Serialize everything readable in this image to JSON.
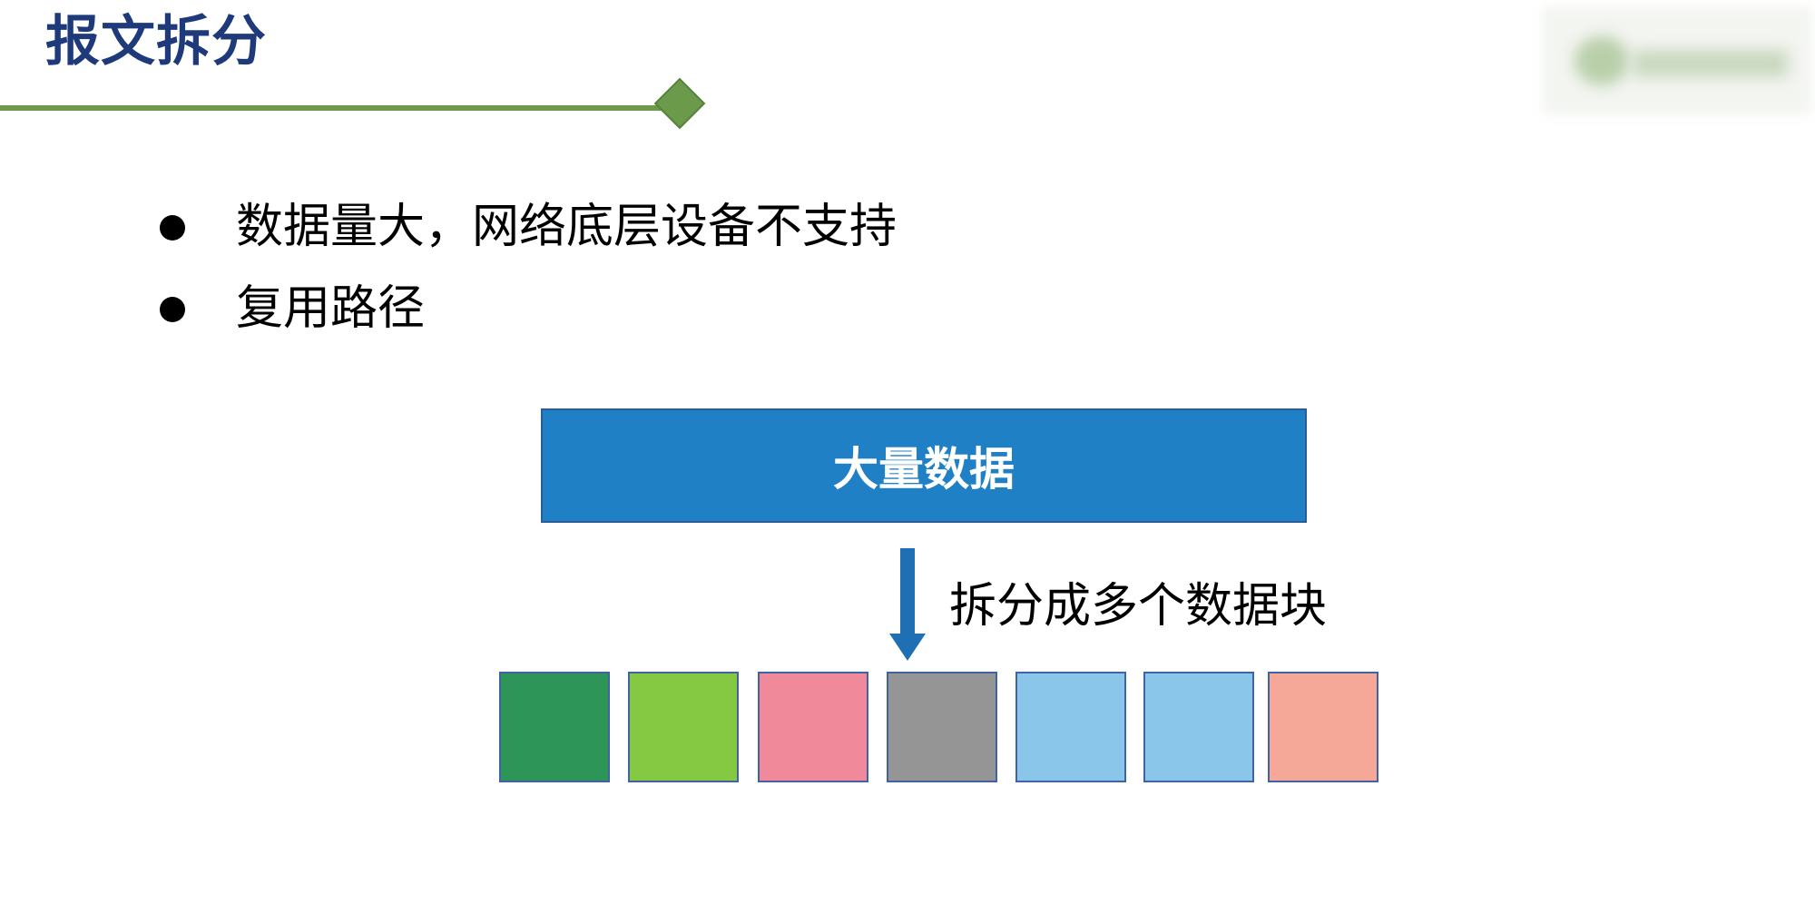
{
  "slide": {
    "title": "报文拆分",
    "bullets": [
      {
        "text": "数据量大，网络底层设备不支持"
      },
      {
        "text": "复用路径"
      }
    ]
  },
  "diagram": {
    "source_label": "大量数据",
    "arrow_label": "拆分成多个数据块",
    "source_color": "#1f80c5",
    "arrow_color": "#1f6fb5",
    "chunks": [
      {
        "color": "#2e9559"
      },
      {
        "color": "#84c941"
      },
      {
        "color": "#f08a9b"
      },
      {
        "color": "#959595"
      },
      {
        "color": "#8ac6ea"
      },
      {
        "color": "#8ac6ea"
      },
      {
        "color": "#f5a897"
      }
    ]
  },
  "colors": {
    "title": "#1f3a7a",
    "rule": "#6b9a4a"
  }
}
